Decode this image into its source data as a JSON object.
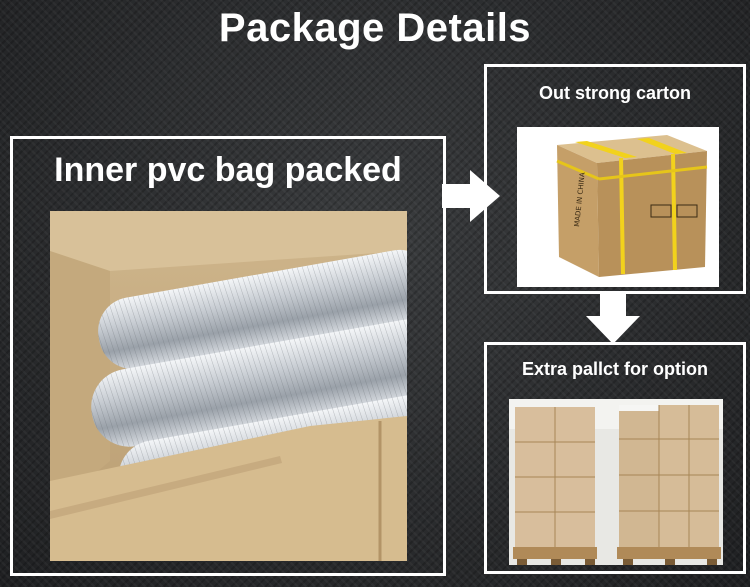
{
  "header": {
    "title": "Package Details"
  },
  "panels": {
    "inner": {
      "label": "Inner pvc bag packed"
    },
    "carton": {
      "label": "Out strong carton",
      "carton_print": "MADE IN CHINA"
    },
    "pallet": {
      "label": "Extra pallct for option"
    }
  },
  "icons": {
    "arrow_right": "arrow-right-icon",
    "arrow_down": "arrow-down-icon"
  },
  "colors": {
    "frame": "#ffffff",
    "text": "#ffffff",
    "background": "#2b2d2f",
    "cardboard": "#c8a874",
    "strap": "#f2d21c"
  }
}
